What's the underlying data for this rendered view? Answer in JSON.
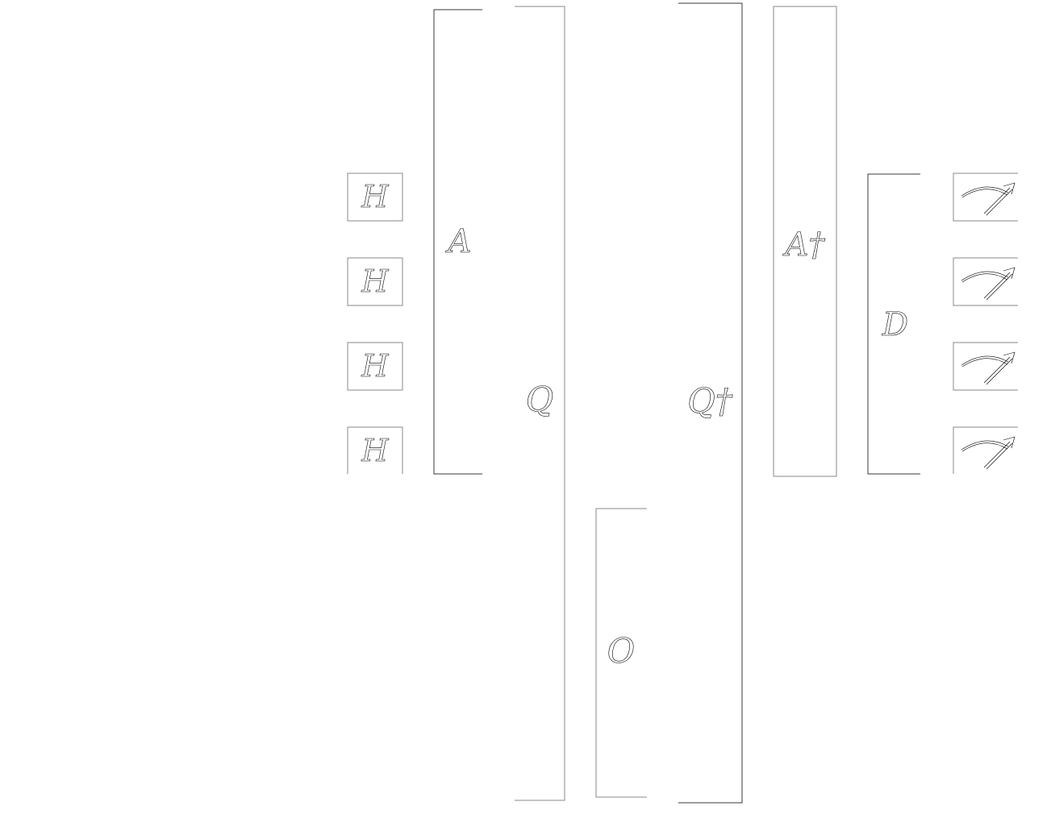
{
  "circuit": {
    "h_gates": [
      "H",
      "H",
      "H",
      "H"
    ],
    "gates": {
      "a_label": "A",
      "q_label": "Q",
      "o_label": "O",
      "q_dagger_label": "Q†",
      "a_dagger_label": "A†",
      "d_label": "D"
    },
    "measurement_count": 4,
    "colors": {
      "background": "#ffffff",
      "stroke": "#3a3a3a",
      "text_outline": "#000000"
    },
    "icon": "measurement-meter-icon"
  }
}
